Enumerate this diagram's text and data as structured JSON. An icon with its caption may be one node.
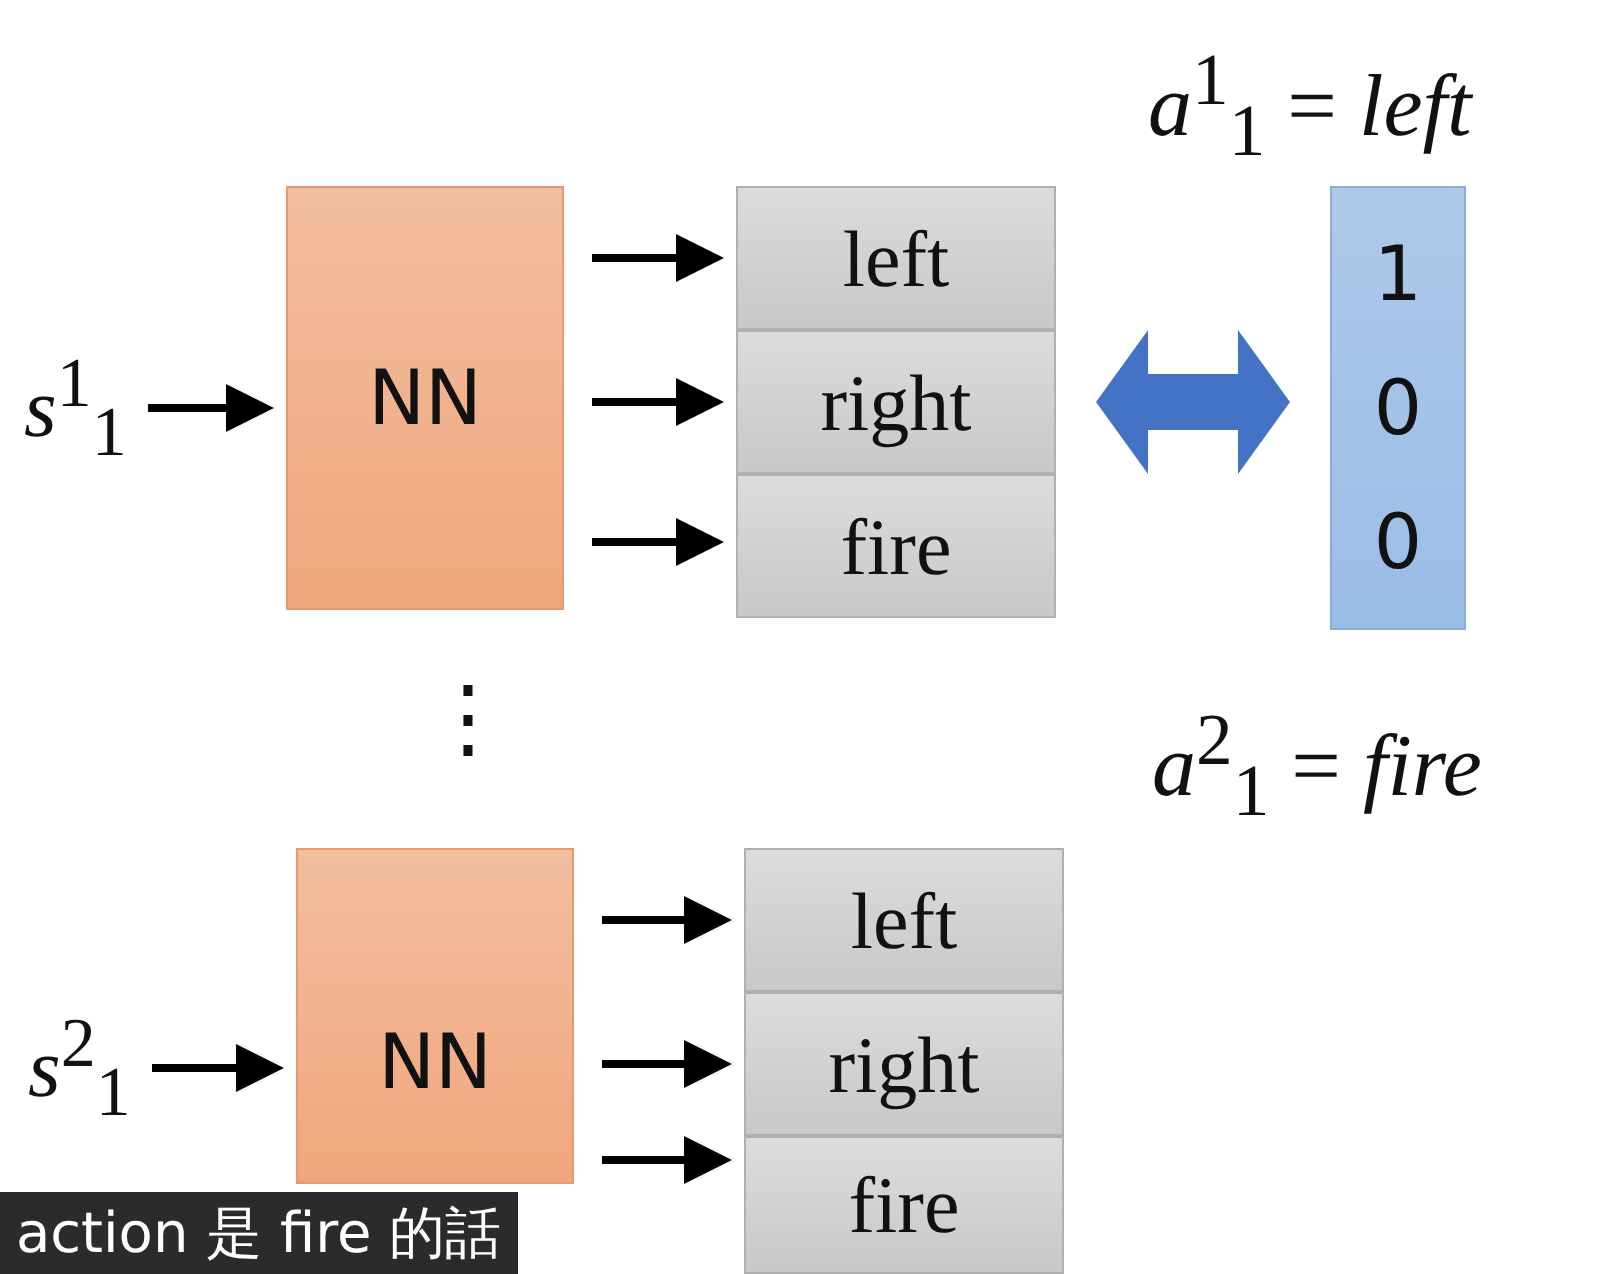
{
  "diagram": {
    "nodes": [
      {
        "text": [
          "*s*$^{1}$$_{1}$"
        ]
      },
      {
        "text": [
          "NN"
        ]
      },
      {
        "text": [
          "left"
        ]
      },
      {
        "text": [
          "right"
        ]
      },
      {
        "text": [
          "fire"
        ]
      },
      {
        "text": [
          "1",
          "0",
          "0"
        ]
      },
      {
        "text": [
          "*s*$^{2}$$_{1}$"
        ]
      },
      {
        "text": [
          "NN"
        ]
      },
      {
        "text": [
          "left"
        ]
      },
      {
        "text": [
          "right"
        ]
      },
      {
        "text": [
          "fire"
        ]
      }
    ],
    "edges": [
      {
        "from": 0,
        "to": 1,
        "arrow": "to"
      },
      {
        "from": 1,
        "to": 2,
        "arrow": "to"
      },
      {
        "from": 1,
        "to": 3,
        "arrow": "to"
      },
      {
        "from": 1,
        "to": 4,
        "arrow": "to"
      },
      {
        "from": 3,
        "to": 5,
        "arrow": "both",
        "style": "thick",
        "color": "#4472c4"
      },
      {
        "from": 6,
        "to": 7,
        "arrow": "to"
      },
      {
        "from": 7,
        "to": 8,
        "arrow": "to"
      },
      {
        "from": 7,
        "to": 9,
        "arrow": "to"
      },
      {
        "from": 7,
        "to": 10,
        "arrow": "to"
      }
    ],
    "labels": [
      "*a*$^{1}$$_{1}$ = *left*",
      "⋮",
      "*a*$^{2}$$_{1}$ = *fire*",
      "action 是 fire 的話"
    ]
  }
}
